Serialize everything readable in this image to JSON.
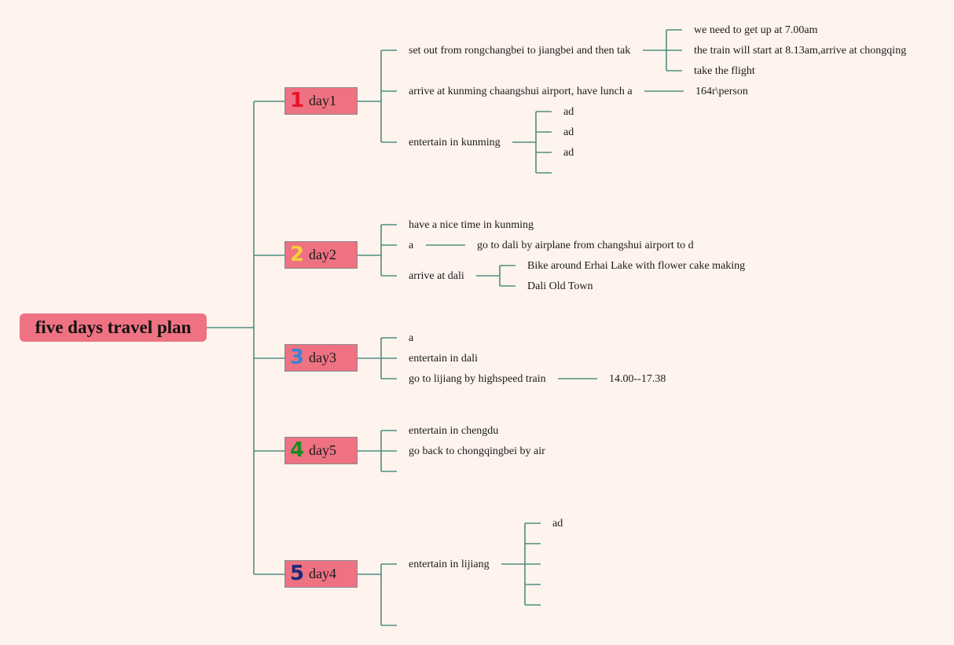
{
  "root": {
    "label": "five days travel plan"
  },
  "days": [
    {
      "number": "1",
      "number_color": "#e8142b",
      "label": "day1"
    },
    {
      "number": "2",
      "number_color": "#f7cf3a",
      "label": "day2"
    },
    {
      "number": "3",
      "number_color": "#3a83d6",
      "label": "day3"
    },
    {
      "number": "4",
      "number_color": "#1e8a23",
      "label": "day5"
    },
    {
      "number": "5",
      "number_color": "#1b2a78",
      "label": "day4"
    }
  ],
  "topics": {
    "d1_a": "set out from rongchangbei to jiangbei and then tak",
    "d1_a1": "we need to get up at 7.00am",
    "d1_a2": "the train will start at 8.13am,arrive at chongqing",
    "d1_a3": "take the flight",
    "d1_b": "arrive at kunming chaangshui airport, have lunch a",
    "d1_b1": "164r\\person",
    "d1_c": "entertain in kunming",
    "d1_c1": "ad",
    "d1_c2": "ad",
    "d1_c3": "ad",
    "d2_a": "have a nice time in kunming",
    "d2_b": "a",
    "d2_b1": "go to dali by airplane from changshui airport to d",
    "d2_c": "arrive at dali",
    "d2_c1": "Bike around Erhai Lake with flower cake making",
    "d2_c2": "Dali Old Town",
    "d3_a": "a",
    "d3_b": "entertain in dali",
    "d3_c": "go to lijiang by highspeed train",
    "d3_c1": "14.00--17.38",
    "d5_a": "entertain in chengdu",
    "d5_b": "go back to chongqingbei by air",
    "d4_a": "entertain in lijiang",
    "d4_a1": "ad"
  },
  "colors": {
    "connector": "#4f8f7f",
    "node_fill": "#ee7282",
    "background": "#fff3ee"
  }
}
